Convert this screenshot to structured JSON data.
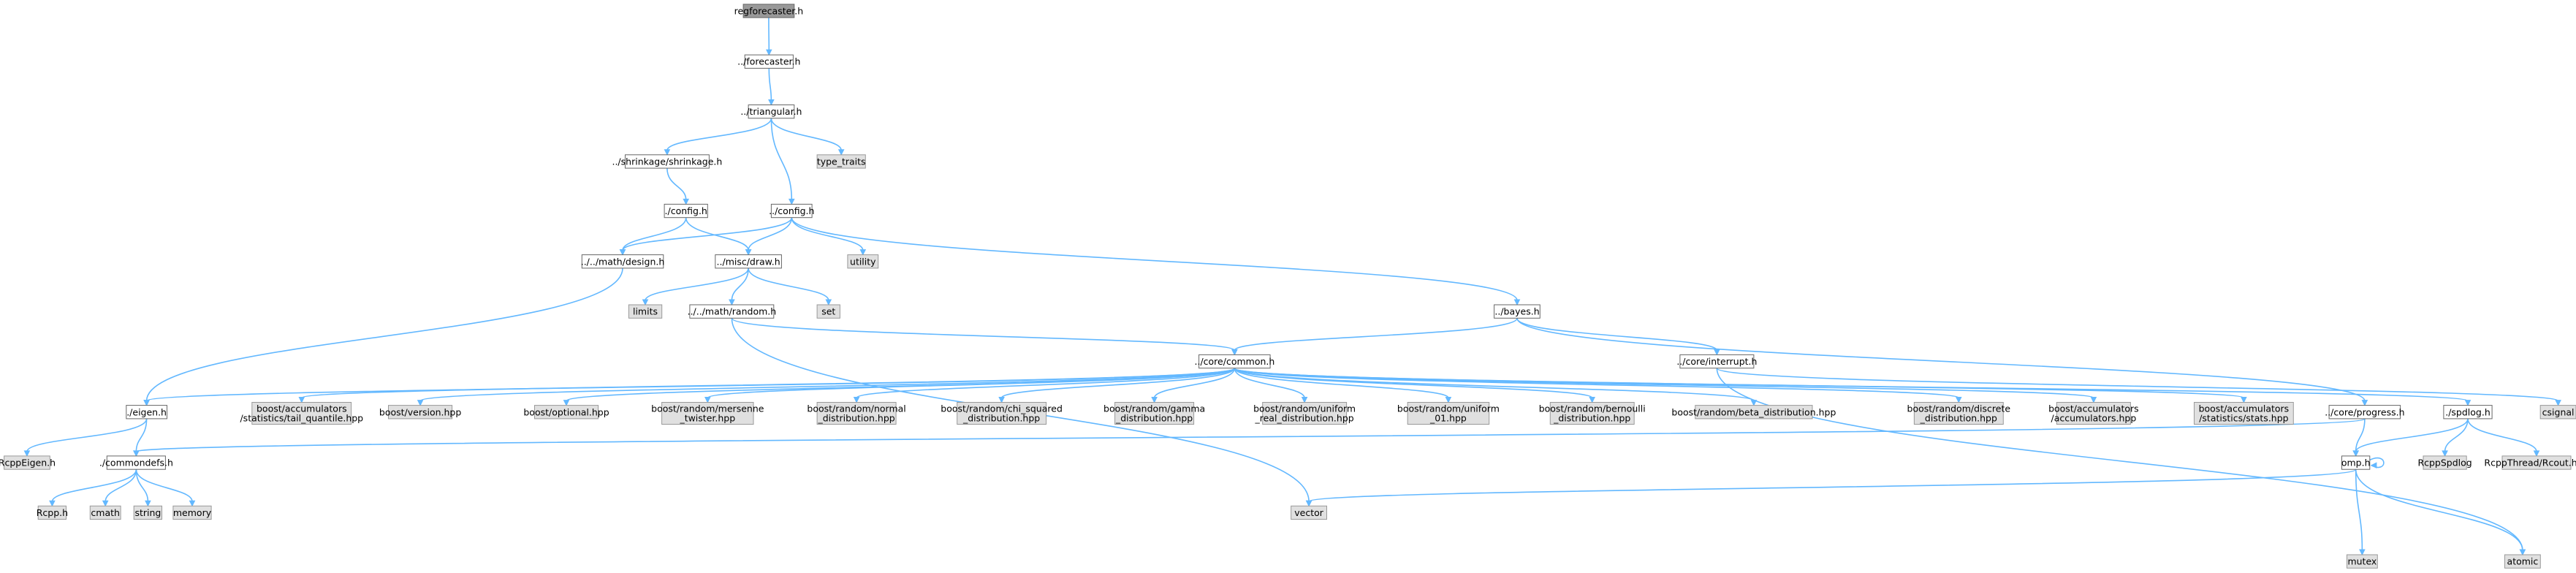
{
  "diagram": {
    "title": "",
    "nodes": {
      "regforecaster": {
        "lines": [
          "regforecaster.h"
        ],
        "style": "root"
      },
      "forecaster": {
        "lines": [
          "../forecaster.h"
        ],
        "style": "w"
      },
      "triangular": {
        "lines": [
          "../triangular.h"
        ],
        "style": "w"
      },
      "shrinkage": {
        "lines": [
          "../shrinkage/shrinkage.h"
        ],
        "style": "w"
      },
      "type_traits": {
        "lines": [
          "type_traits"
        ],
        "style": "g"
      },
      "config_a": {
        "lines": [
          "./config.h"
        ],
        "style": "w"
      },
      "config_b": {
        "lines": [
          "../config.h"
        ],
        "style": "w"
      },
      "utility": {
        "lines": [
          "utility"
        ],
        "style": "g"
      },
      "design": {
        "lines": [
          "../../math/design.h"
        ],
        "style": "w"
      },
      "draw": {
        "lines": [
          "../misc/draw.h"
        ],
        "style": "w"
      },
      "limits": {
        "lines": [
          "limits"
        ],
        "style": "g"
      },
      "random": {
        "lines": [
          "../../math/random.h"
        ],
        "style": "w"
      },
      "set": {
        "lines": [
          "set"
        ],
        "style": "g"
      },
      "bayes": {
        "lines": [
          "../bayes.h"
        ],
        "style": "w"
      },
      "common": {
        "lines": [
          "../core/common.h"
        ],
        "style": "w"
      },
      "interrupt": {
        "lines": [
          "../core/interrupt.h"
        ],
        "style": "w"
      },
      "eigen": {
        "lines": [
          "./eigen.h"
        ],
        "style": "w"
      },
      "tail_quantile": {
        "lines": [
          "boost/accumulators",
          "/statistics/tail_quantile.hpp"
        ],
        "style": "g"
      },
      "version": {
        "lines": [
          "boost/version.hpp"
        ],
        "style": "g"
      },
      "optional": {
        "lines": [
          "boost/optional.hpp"
        ],
        "style": "g"
      },
      "mersenne": {
        "lines": [
          "boost/random/mersenne",
          "_twister.hpp"
        ],
        "style": "g"
      },
      "normal": {
        "lines": [
          "boost/random/normal",
          "_distribution.hpp"
        ],
        "style": "g"
      },
      "chi_squared": {
        "lines": [
          "boost/random/chi_squared",
          "_distribution.hpp"
        ],
        "style": "g"
      },
      "gamma": {
        "lines": [
          "boost/random/gamma",
          "_distribution.hpp"
        ],
        "style": "g"
      },
      "uniform_real": {
        "lines": [
          "boost/random/uniform",
          "_real_distribution.hpp"
        ],
        "style": "g"
      },
      "uniform_01": {
        "lines": [
          "boost/random/uniform",
          "_01.hpp"
        ],
        "style": "g"
      },
      "bernoulli": {
        "lines": [
          "boost/random/bernoulli",
          "_distribution.hpp"
        ],
        "style": "g"
      },
      "beta": {
        "lines": [
          "boost/random/beta_distribution.hpp"
        ],
        "style": "g"
      },
      "discrete": {
        "lines": [
          "boost/random/discrete",
          "_distribution.hpp"
        ],
        "style": "g"
      },
      "accumulators": {
        "lines": [
          "boost/accumulators",
          "/accumulators.hpp"
        ],
        "style": "g"
      },
      "stats": {
        "lines": [
          "boost/accumulators",
          "/statistics/stats.hpp"
        ],
        "style": "g"
      },
      "progress": {
        "lines": [
          "../core/progress.h"
        ],
        "style": "w"
      },
      "spdlog": {
        "lines": [
          "./spdlog.h"
        ],
        "style": "w"
      },
      "csignal": {
        "lines": [
          "csignal"
        ],
        "style": "g"
      },
      "rcppeigen": {
        "lines": [
          "RcppEigen.h"
        ],
        "style": "g"
      },
      "commondefs": {
        "lines": [
          "./commondefs.h"
        ],
        "style": "w"
      },
      "rcppspdlog": {
        "lines": [
          "RcppSpdlog"
        ],
        "style": "g"
      },
      "rcout": {
        "lines": [
          "RcppThread/Rcout.hpp"
        ],
        "style": "g"
      },
      "omp": {
        "lines": [
          "omp.h"
        ],
        "style": "w"
      },
      "rcpp": {
        "lines": [
          "Rcpp.h"
        ],
        "style": "g"
      },
      "cmath": {
        "lines": [
          "cmath"
        ],
        "style": "g"
      },
      "string": {
        "lines": [
          "string"
        ],
        "style": "g"
      },
      "memory": {
        "lines": [
          "memory"
        ],
        "style": "g"
      },
      "vector": {
        "lines": [
          "vector"
        ],
        "style": "g"
      },
      "mutex": {
        "lines": [
          "mutex"
        ],
        "style": "g"
      },
      "atomic": {
        "lines": [
          "atomic"
        ],
        "style": "g"
      }
    },
    "edges": [
      [
        "regforecaster",
        "forecaster"
      ],
      [
        "forecaster",
        "triangular"
      ],
      [
        "triangular",
        "shrinkage"
      ],
      [
        "triangular",
        "type_traits"
      ],
      [
        "triangular",
        "config_b"
      ],
      [
        "shrinkage",
        "config_a"
      ],
      [
        "config_a",
        "design"
      ],
      [
        "config_a",
        "draw"
      ],
      [
        "config_b",
        "design"
      ],
      [
        "config_b",
        "draw"
      ],
      [
        "config_b",
        "utility"
      ],
      [
        "config_b",
        "bayes"
      ],
      [
        "design",
        "eigen"
      ],
      [
        "draw",
        "limits"
      ],
      [
        "draw",
        "random"
      ],
      [
        "draw",
        "set"
      ],
      [
        "random",
        "common"
      ],
      [
        "random",
        "vector"
      ],
      [
        "bayes",
        "common"
      ],
      [
        "bayes",
        "interrupt"
      ],
      [
        "bayes",
        "progress"
      ],
      [
        "common",
        "eigen"
      ],
      [
        "common",
        "tail_quantile"
      ],
      [
        "common",
        "version"
      ],
      [
        "common",
        "optional"
      ],
      [
        "common",
        "mersenne"
      ],
      [
        "common",
        "normal"
      ],
      [
        "common",
        "chi_squared"
      ],
      [
        "common",
        "gamma"
      ],
      [
        "common",
        "uniform_real"
      ],
      [
        "common",
        "uniform_01"
      ],
      [
        "common",
        "bernoulli"
      ],
      [
        "common",
        "beta"
      ],
      [
        "common",
        "discrete"
      ],
      [
        "common",
        "accumulators"
      ],
      [
        "common",
        "stats"
      ],
      [
        "common",
        "spdlog"
      ],
      [
        "interrupt",
        "csignal"
      ],
      [
        "interrupt",
        "atomic"
      ],
      [
        "eigen",
        "rcppeigen"
      ],
      [
        "eigen",
        "commondefs"
      ],
      [
        "progress",
        "commondefs"
      ],
      [
        "progress",
        "omp"
      ],
      [
        "spdlog",
        "omp"
      ],
      [
        "spdlog",
        "rcppspdlog"
      ],
      [
        "spdlog",
        "rcout"
      ],
      [
        "commondefs",
        "rcpp"
      ],
      [
        "commondefs",
        "cmath"
      ],
      [
        "commondefs",
        "string"
      ],
      [
        "commondefs",
        "memory"
      ],
      [
        "omp",
        "omp"
      ],
      [
        "omp",
        "vector"
      ],
      [
        "omp",
        "mutex"
      ],
      [
        "omp",
        "atomic"
      ]
    ]
  }
}
